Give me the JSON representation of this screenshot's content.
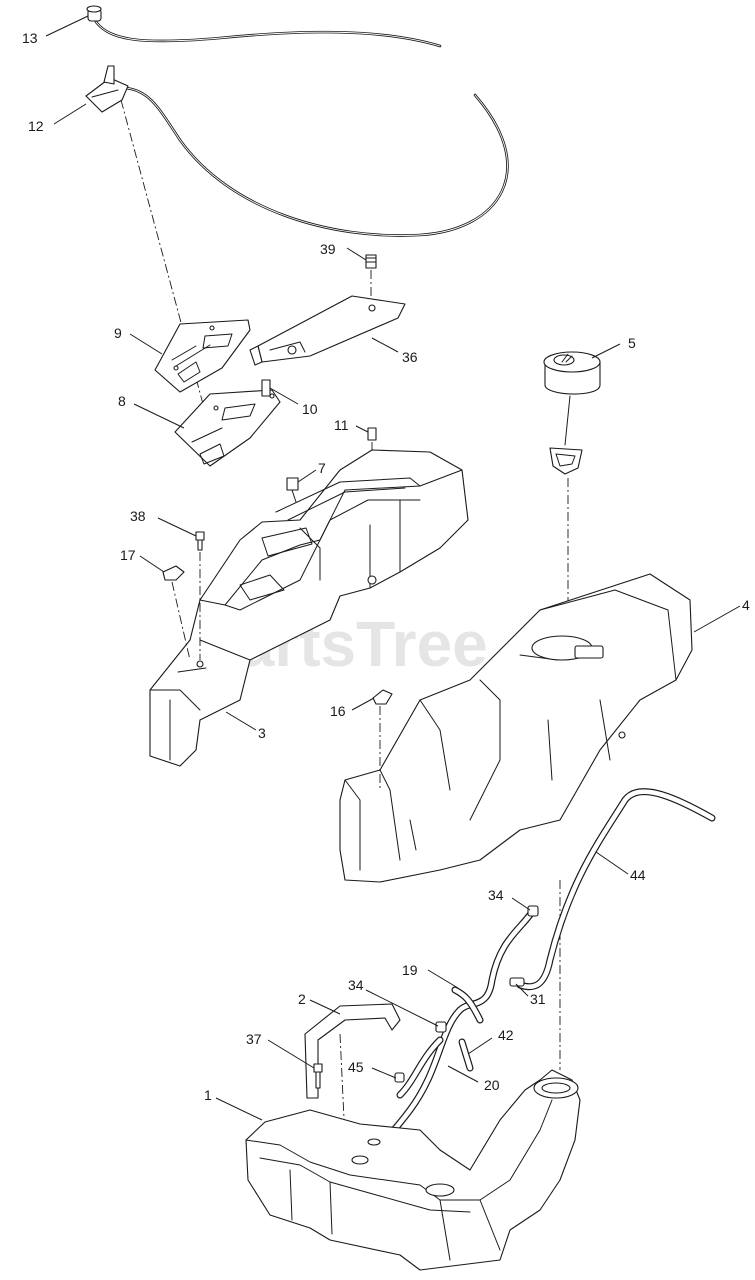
{
  "watermark": {
    "text": "PartsTree",
    "trademark": "™"
  },
  "callouts": [
    {
      "id": "c13",
      "label": "13"
    },
    {
      "id": "c12",
      "label": "12"
    },
    {
      "id": "c39",
      "label": "39"
    },
    {
      "id": "c9",
      "label": "9"
    },
    {
      "id": "c36",
      "label": "36"
    },
    {
      "id": "c5",
      "label": "5"
    },
    {
      "id": "c8",
      "label": "8"
    },
    {
      "id": "c10",
      "label": "10"
    },
    {
      "id": "c11",
      "label": "11"
    },
    {
      "id": "c7",
      "label": "7"
    },
    {
      "id": "c38",
      "label": "38"
    },
    {
      "id": "c17",
      "label": "17"
    },
    {
      "id": "c4",
      "label": "4"
    },
    {
      "id": "c16",
      "label": "16"
    },
    {
      "id": "c3",
      "label": "3"
    },
    {
      "id": "c44",
      "label": "44"
    },
    {
      "id": "c34a",
      "label": "34"
    },
    {
      "id": "c19",
      "label": "19"
    },
    {
      "id": "c34b",
      "label": "34"
    },
    {
      "id": "c31",
      "label": "31"
    },
    {
      "id": "c2",
      "label": "2"
    },
    {
      "id": "c42",
      "label": "42"
    },
    {
      "id": "c37",
      "label": "37"
    },
    {
      "id": "c45",
      "label": "45"
    },
    {
      "id": "c20",
      "label": "20"
    },
    {
      "id": "c1",
      "label": "1"
    }
  ]
}
